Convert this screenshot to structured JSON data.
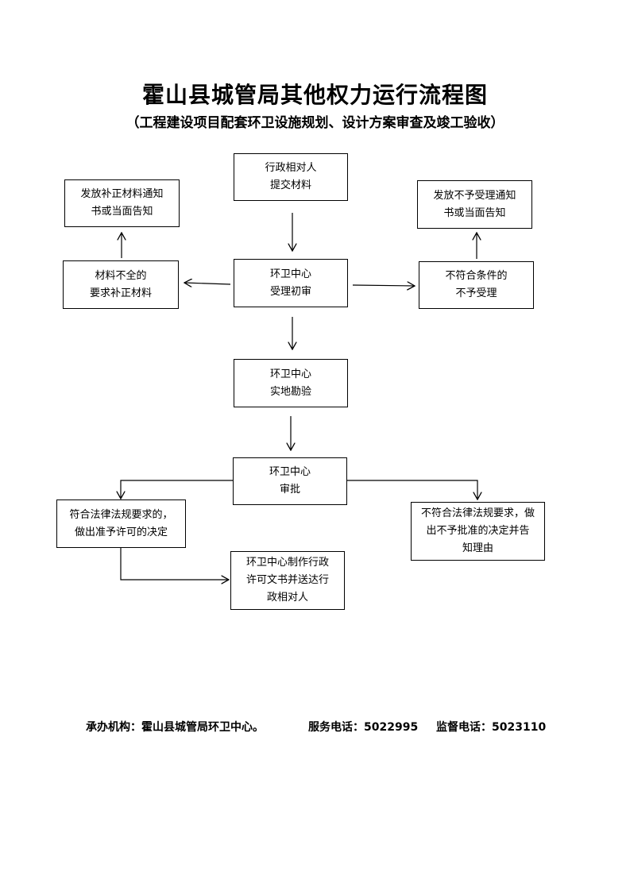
{
  "title": "霍山县城管局其他权力运行流程图",
  "subtitle": "（工程建设项目配套环卫设施规划、设计方案审查及竣工验收）",
  "nodes": {
    "submit": "行政相对人\n提交材料",
    "initial_review": "环卫中心\n受理初审",
    "incomplete": "材料不全的\n要求补正材料",
    "correction_notice": "发放补正材料通知\n书或当面告知",
    "not_qualified": "不符合条件的\n不予受理",
    "rejection_notice": "发放不予受理通知\n书或当面告知",
    "site_survey": "环卫中心\n实地勘验",
    "approval": "环卫中心\n审批",
    "compliant": "符合法律法规要求的，\n做出准予许可的决定",
    "noncompliant": "不符合法律法规要求，做\n出不予批准的决定并告\n知理由",
    "issue_document": "环卫中心制作行政\n许可文书并送达行\n政相对人"
  },
  "footer": {
    "organization": "承办机构：霍山县城管局环卫中心。",
    "service_phone": "服务电话：5022995",
    "supervision_phone": "监督电话：5023110"
  }
}
